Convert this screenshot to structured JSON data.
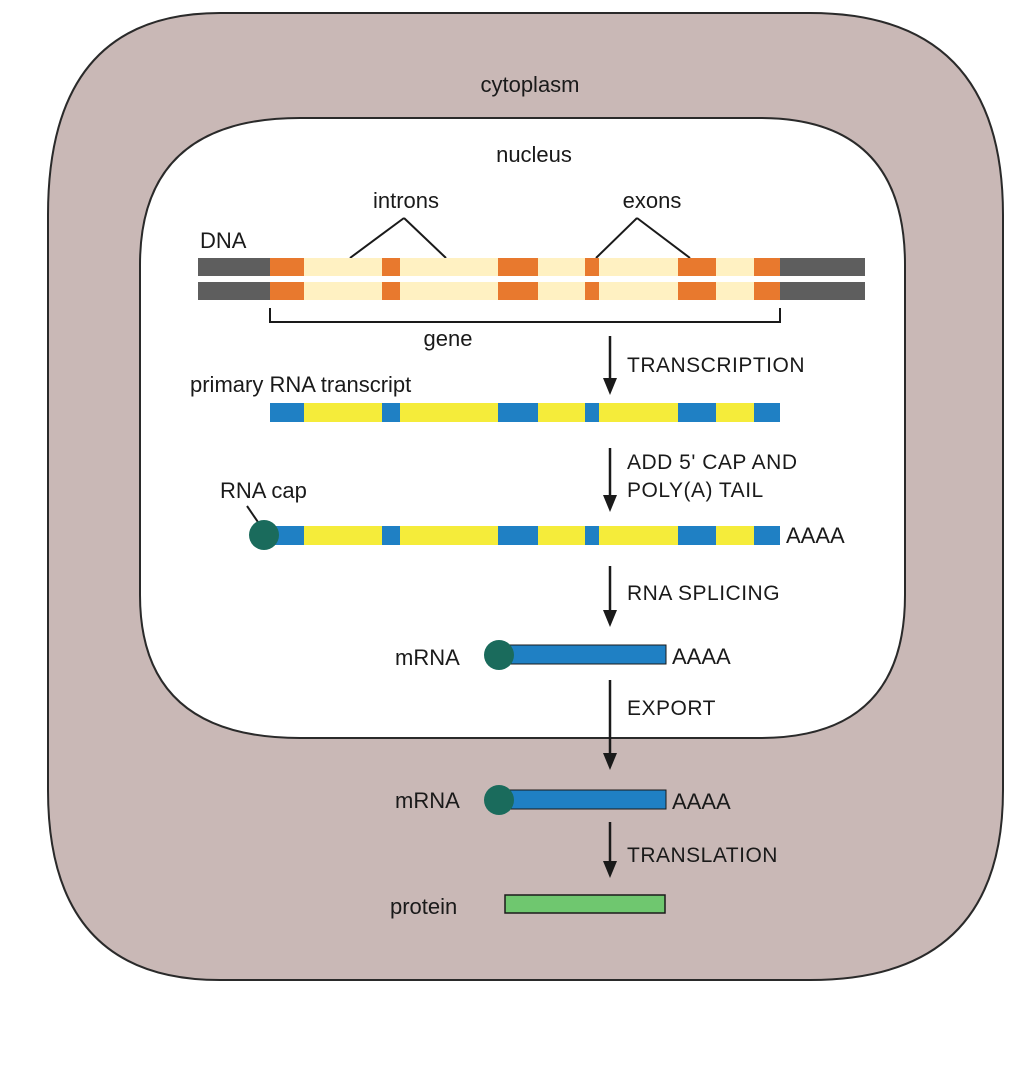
{
  "labels": {
    "cytoplasm": "cytoplasm",
    "nucleus": "nucleus",
    "dna": "DNA",
    "introns": "introns",
    "exons": "exons",
    "gene": "gene",
    "primary_transcript": "primary RNA transcript",
    "rna_cap": "RNA cap",
    "mrna_nuclear": "mRNA",
    "mrna_cytoplasm": "mRNA",
    "protein": "protein"
  },
  "steps": {
    "transcription": "TRANSCRIPTION",
    "cap_line1": "ADD 5' CAP AND",
    "cap_line2": "POLY(A) TAIL",
    "splicing": "RNA SPLICING",
    "export": "EXPORT",
    "translation": "TRANSLATION"
  },
  "tails": {
    "processed": "AAAA",
    "mrna_nuclear": "AAAA",
    "mrna_cytoplasm": "AAAA"
  },
  "colors": {
    "cytoplasm": "#c9b8b6",
    "nucleus": "#ffffff",
    "dna_flank": "#5e5e5e",
    "dna_intron": "#fff1c2",
    "dna_exon": "#e8792e",
    "rna_intron": "#f5ec3a",
    "rna_exon": "#1f80c4",
    "cap": "#1a6b5c",
    "protein": "#6fc76f"
  }
}
